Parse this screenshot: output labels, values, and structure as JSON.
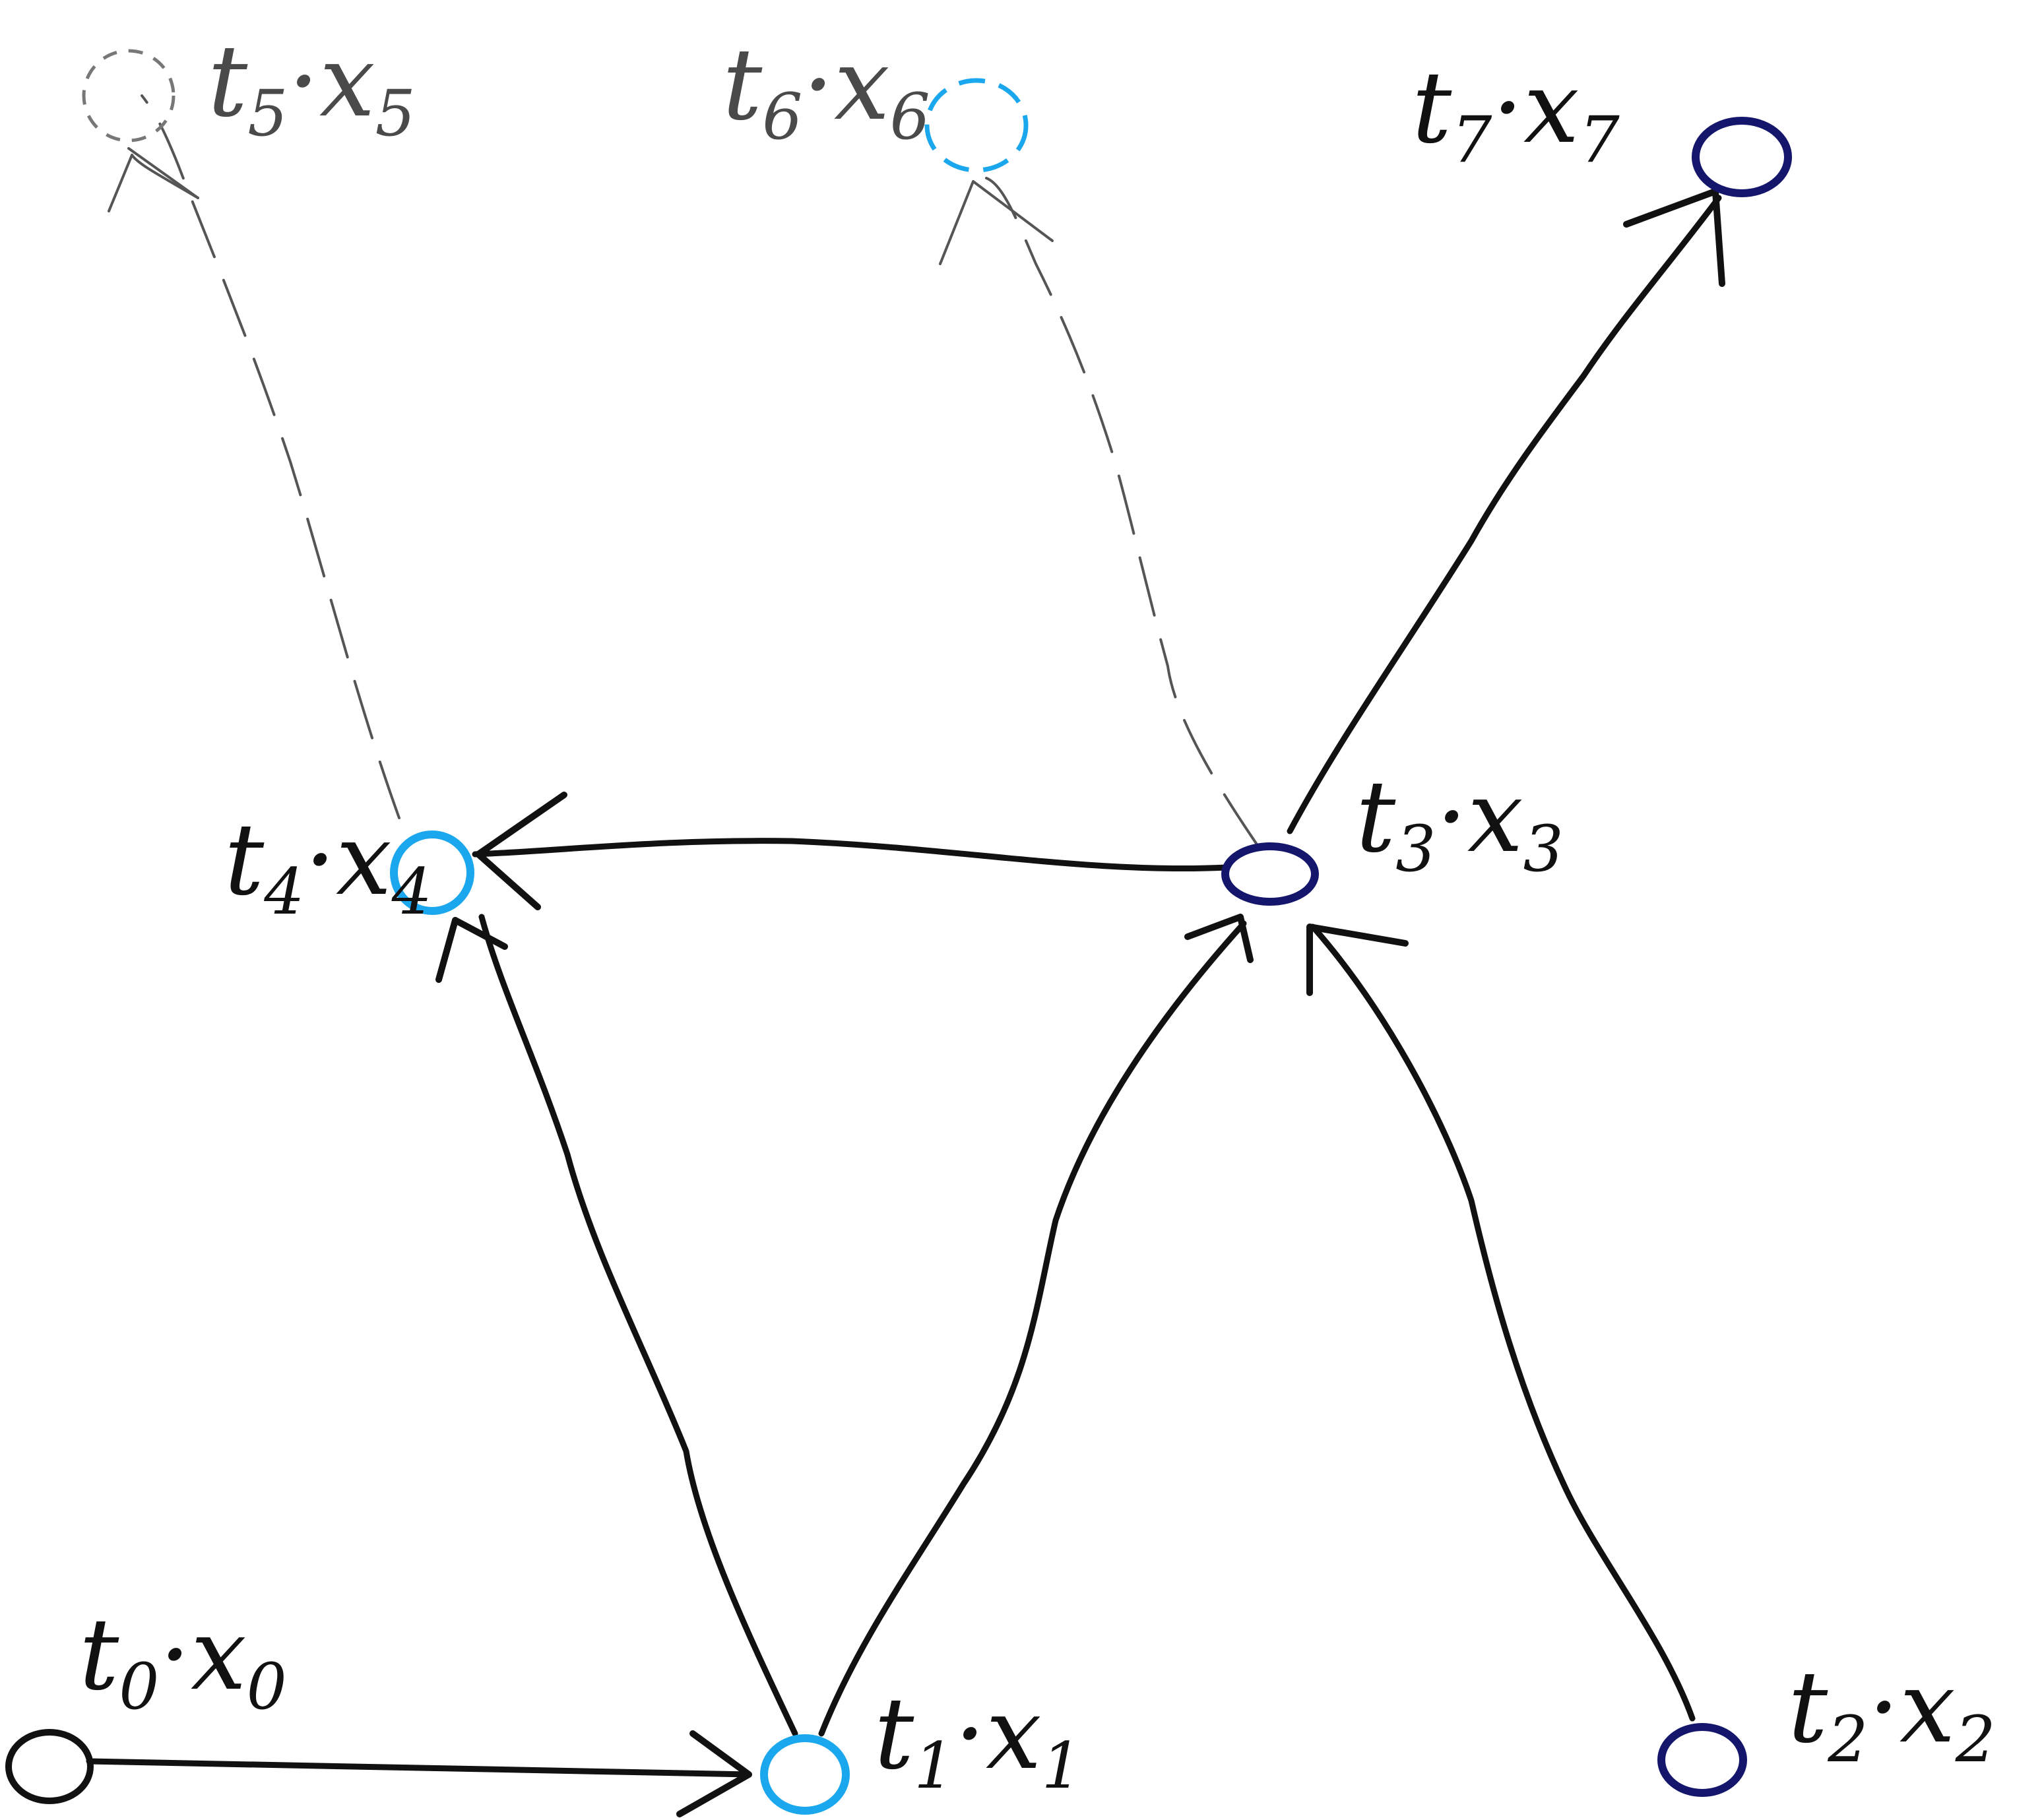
{
  "colors": {
    "black": "#111111",
    "light_blue": "#1ba7ee",
    "dark_blue": "#14166b",
    "grey": "#4a4a4a",
    "dashed_grey": "#777777"
  },
  "nodes": {
    "n0": {
      "t": "t",
      "ts": "0",
      "x": "x",
      "xs": "0",
      "sep": "·",
      "style": "black-solid"
    },
    "n1": {
      "t": "t",
      "ts": "1",
      "x": "x",
      "xs": "1",
      "sep": "·",
      "style": "lightblue-solid"
    },
    "n2": {
      "t": "t",
      "ts": "2",
      "x": "x",
      "xs": "2",
      "sep": "·",
      "style": "darkblue-solid"
    },
    "n3": {
      "t": "t",
      "ts": "3",
      "x": "x",
      "xs": "3",
      "sep": "·",
      "style": "darkblue-solid"
    },
    "n4": {
      "t": "t",
      "ts": "4",
      "x": "x",
      "xs": "4",
      "sep": "·",
      "style": "lightblue-solid"
    },
    "n5": {
      "t": "t",
      "ts": "5",
      "x": "x",
      "xs": "5",
      "sep": "·",
      "style": "grey-dashed"
    },
    "n6": {
      "t": "t",
      "ts": "6",
      "x": "x",
      "xs": "6",
      "sep": "·",
      "style": "lightblue-dashed"
    },
    "n7": {
      "t": "t",
      "ts": "7",
      "x": "x",
      "xs": "7",
      "sep": "·",
      "style": "darkblue-solid"
    }
  },
  "edges": [
    {
      "from": "n0",
      "to": "n1",
      "style": "solid"
    },
    {
      "from": "n1",
      "to": "n4",
      "style": "solid"
    },
    {
      "from": "n1",
      "to": "n3",
      "style": "solid"
    },
    {
      "from": "n2",
      "to": "n3",
      "style": "solid"
    },
    {
      "from": "n3",
      "to": "n4",
      "style": "solid"
    },
    {
      "from": "n3",
      "to": "n7",
      "style": "solid"
    },
    {
      "from": "n4",
      "to": "n5",
      "style": "dashed"
    },
    {
      "from": "n3",
      "to": "n6",
      "style": "dashed"
    }
  ]
}
